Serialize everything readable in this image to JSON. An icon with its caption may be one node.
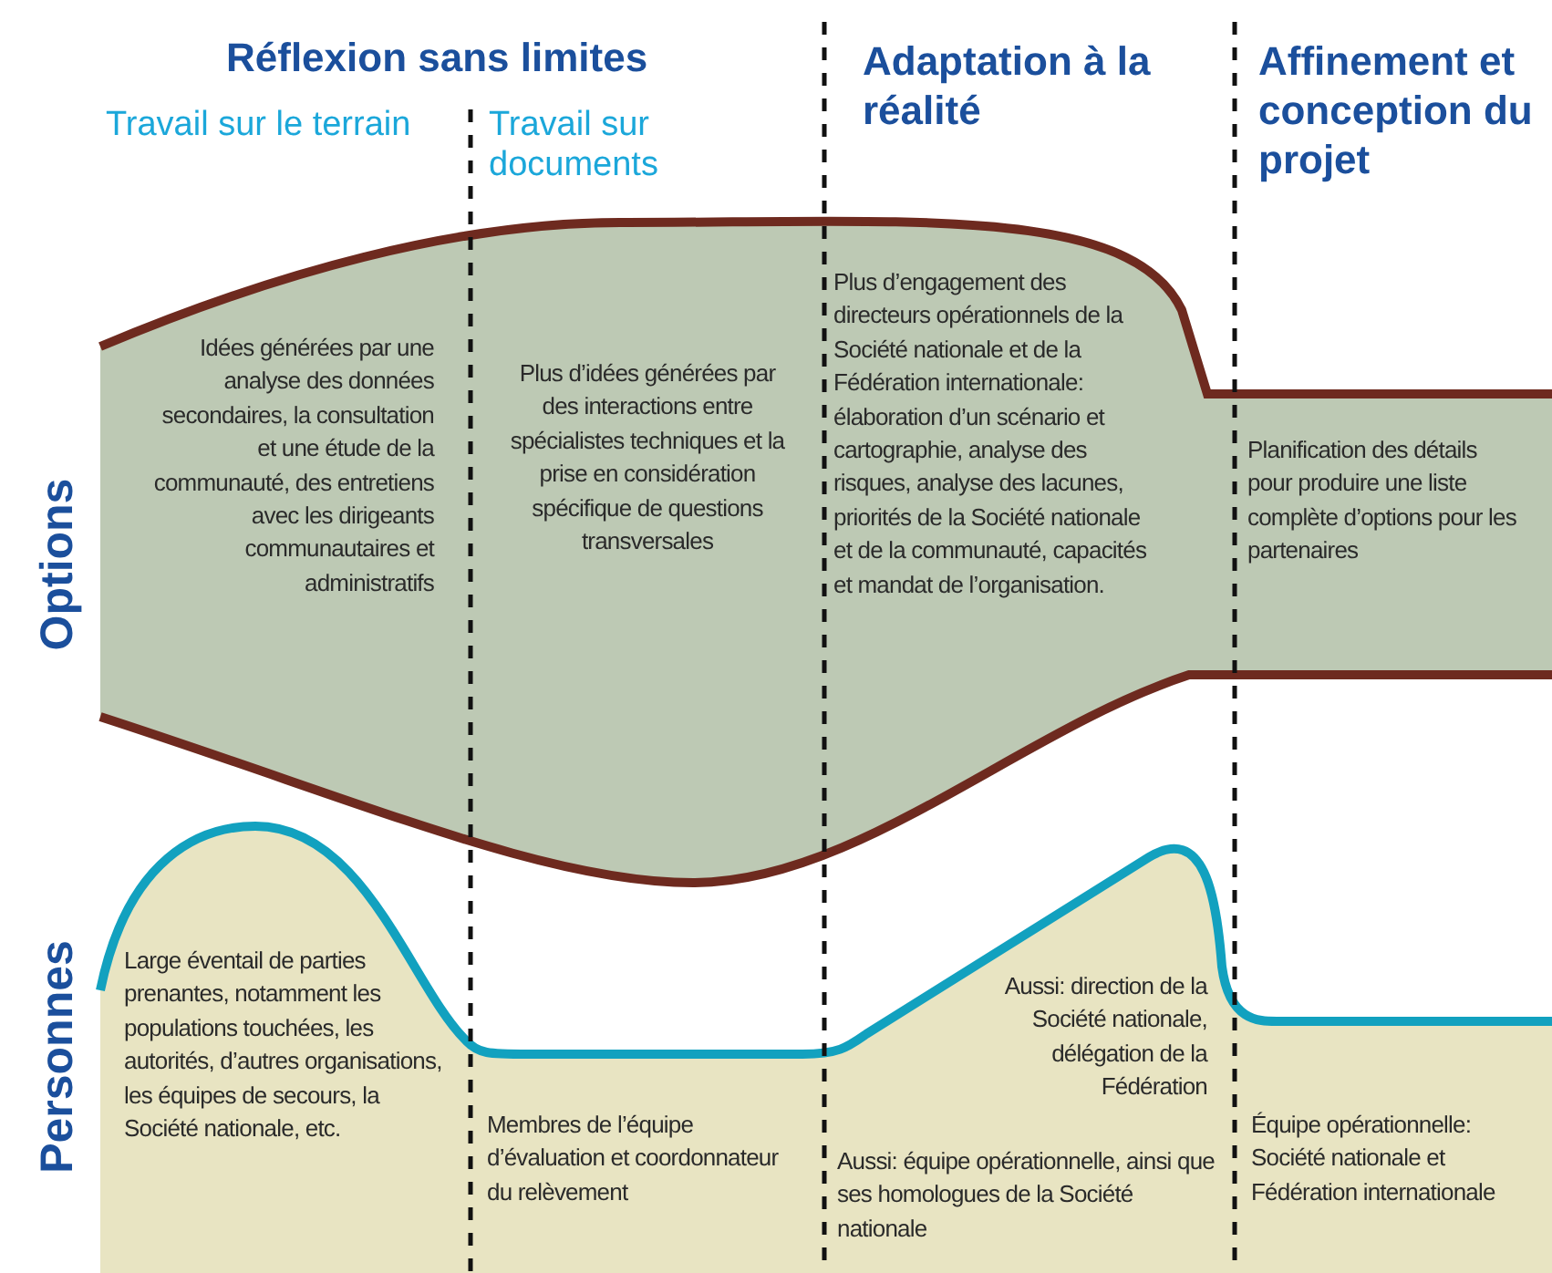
{
  "diagram": {
    "nodes": [
      {
        "text": [
          "Options",
          "Idées générées par une analyse des données secondaires, la consultation et une étude de la communauté, des entretiens avec les dirigeants communautaires et administratifs",
          "Plus d’idées générées par des interactions entre spécialistes techniques et la prise en considération spécifique de questions transversales",
          "Plus d’engagement des directeurs opérationnels de la Société nationale et de la Fédération internationale: élaboration d’un scénario et cartographie, analyse des risques, analyse des lacunes, priorités de la Société nationale et de la communauté, capacités et mandat de l’organisation.",
          "Planification des détails pour produire une liste complète d’options pour les partenaires"
        ]
      },
      {
        "text": [
          "Personnes",
          "Large éventail de parties prenantes, notamment les populations touchées, les autorités, d’autres organisations, les équipes de secours, la Société nationale, etc.",
          "Membres de l’équipe d’évaluation et coordonnateur du relèvement",
          "Aussi: direction de la Société nationale, délégation de la Fédération",
          "Aussi: équipe opérationnelle, ainsi que ses homologues de la Société nationale",
          "Équipe opérationnelle: Société nationale et Fédération internationale"
        ]
      }
    ],
    "labels": [
      "Réflexion sans limites",
      "Travail sur le terrain",
      "Travail sur documents",
      "Adaptation à la réalité",
      "Affinement et conception du projet"
    ]
  }
}
